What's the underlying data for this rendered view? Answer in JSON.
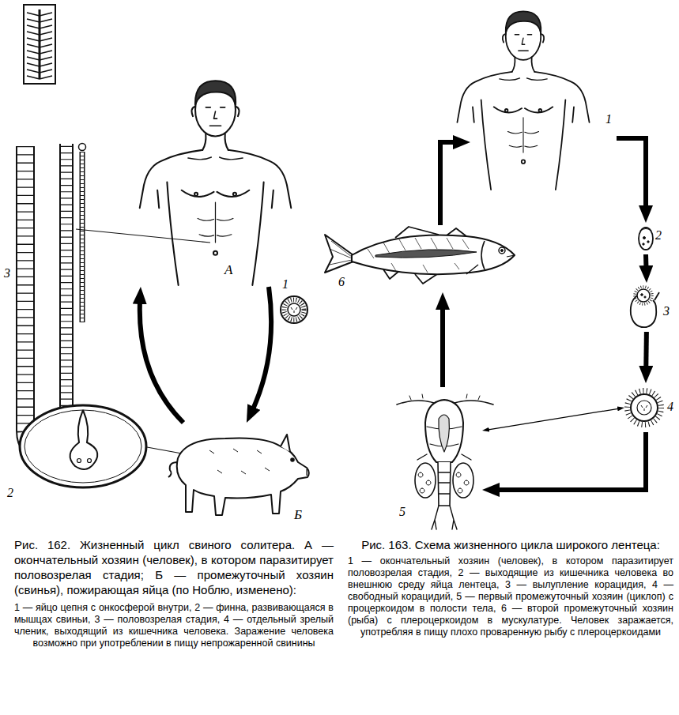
{
  "diagram": {
    "nodes": [
      {
        "text": [
          "А"
        ]
      },
      {
        "text": [
          "Б"
        ]
      },
      {
        "text": [
          "1"
        ]
      },
      {
        "text": [
          "2"
        ]
      },
      {
        "text": [
          "3"
        ]
      },
      {
        "text": [
          "4"
        ]
      },
      {
        "text": [
          "5"
        ]
      },
      {
        "text": [
          "6"
        ]
      }
    ],
    "edges": [
      {
        "from": 0,
        "to": 1,
        "arrow": "to"
      },
      {
        "from": 1,
        "to": 0,
        "arrow": "to"
      },
      {
        "from": 2,
        "to": 3,
        "arrow": "to"
      },
      {
        "from": 3,
        "to": 4,
        "arrow": "to"
      },
      {
        "from": 4,
        "to": 5,
        "arrow": "to"
      },
      {
        "from": 5,
        "to": 6,
        "arrow": "to"
      },
      {
        "from": 6,
        "to": 7,
        "arrow": "to"
      },
      {
        "from": 7,
        "to": 2,
        "arrow": "to"
      },
      {
        "from": 6,
        "to": 5,
        "arrow": "both"
      }
    ],
    "labels": [
      "3",
      "1",
      "2",
      "Рис. 162. Жизненный цикл свиного солитера. А — окончательный хозяин (человек), в котором паразитирует половозрелая стадия; Б — промежуточный хозяин (свинья), пожирающая яйца (по Ноблю, изменено):",
      "1 — яйцо цепня с онкосферой внутри, 2 — финна, развивающаяся в мышцах свиньи, 3 — половозрелая стадия, 4 — отдельный зрелый членик, выходящий из кишечника человека. Заражение человека возможно при употреблении в пищу непрожаренной свинины",
      "Рис. 163. Схема жизненного цикла широкого лентеца:",
      "1 — окончательный хозяин (человек), в котором паразитирует половозрелая стадия, 2 — выходящие из кишечника человека во внешнюю среду яйца лентеца, 3 — вылупление корацидия, 4 — свободный корацидий, 5 — первый промежуточный хозяин (циклоп) с процеркоидом в полости тела, 6 — второй промежуточный хозяин (рыба) с плероцеркоидом в мускулатуре. Человек заражается, употребляя в пищу плохо проваренную рыбу с плероцеркоидами"
    ]
  }
}
